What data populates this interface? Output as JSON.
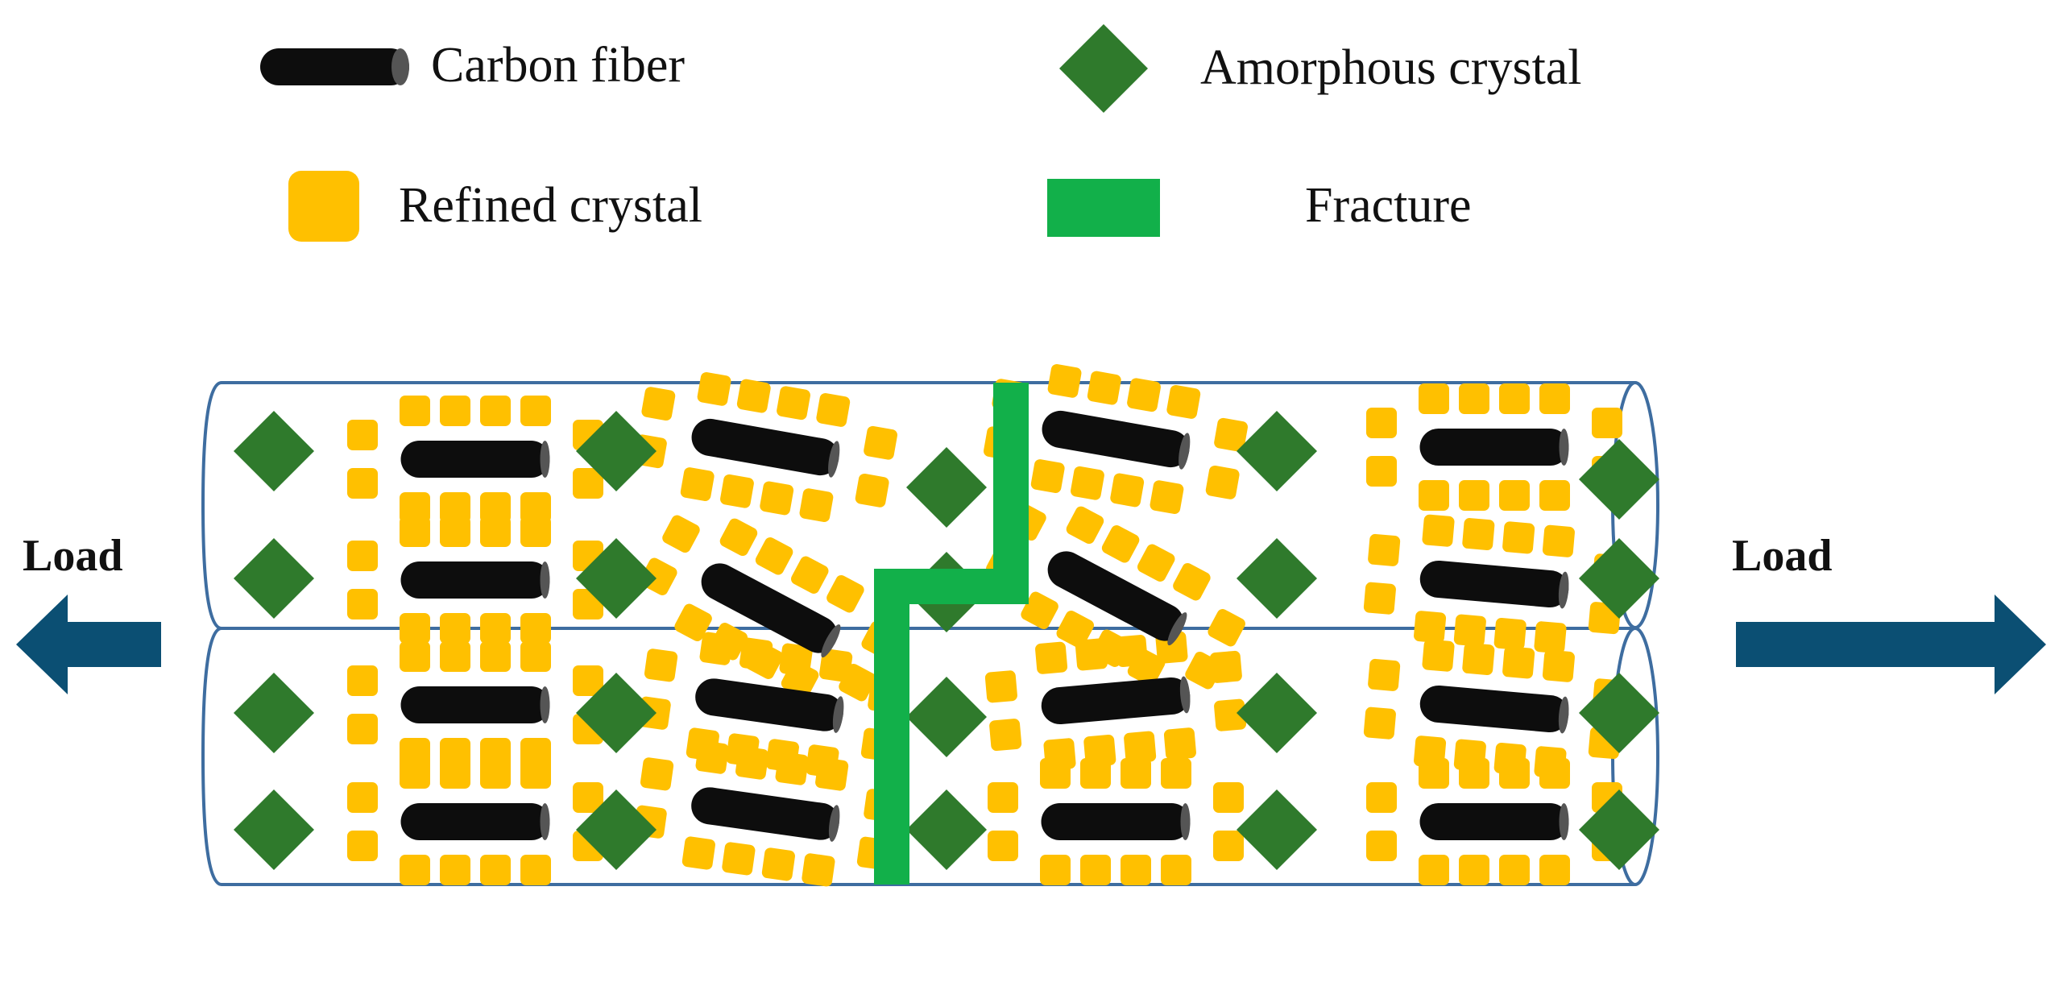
{
  "legend": {
    "carbon_fiber": "Carbon fiber",
    "amorphous_crystal": "Amorphous crystal",
    "refined_crystal": "Refined crystal",
    "fracture": "Fracture"
  },
  "load_left": "Load",
  "load_right": "Load",
  "colors": {
    "fiber": "#0d0d0d",
    "amorphous": "#2f7a2c",
    "refined": "#ffc000",
    "fracture": "#12b04a",
    "arrow": "#0b4f73",
    "tube_outline": "#3e6da0"
  }
}
